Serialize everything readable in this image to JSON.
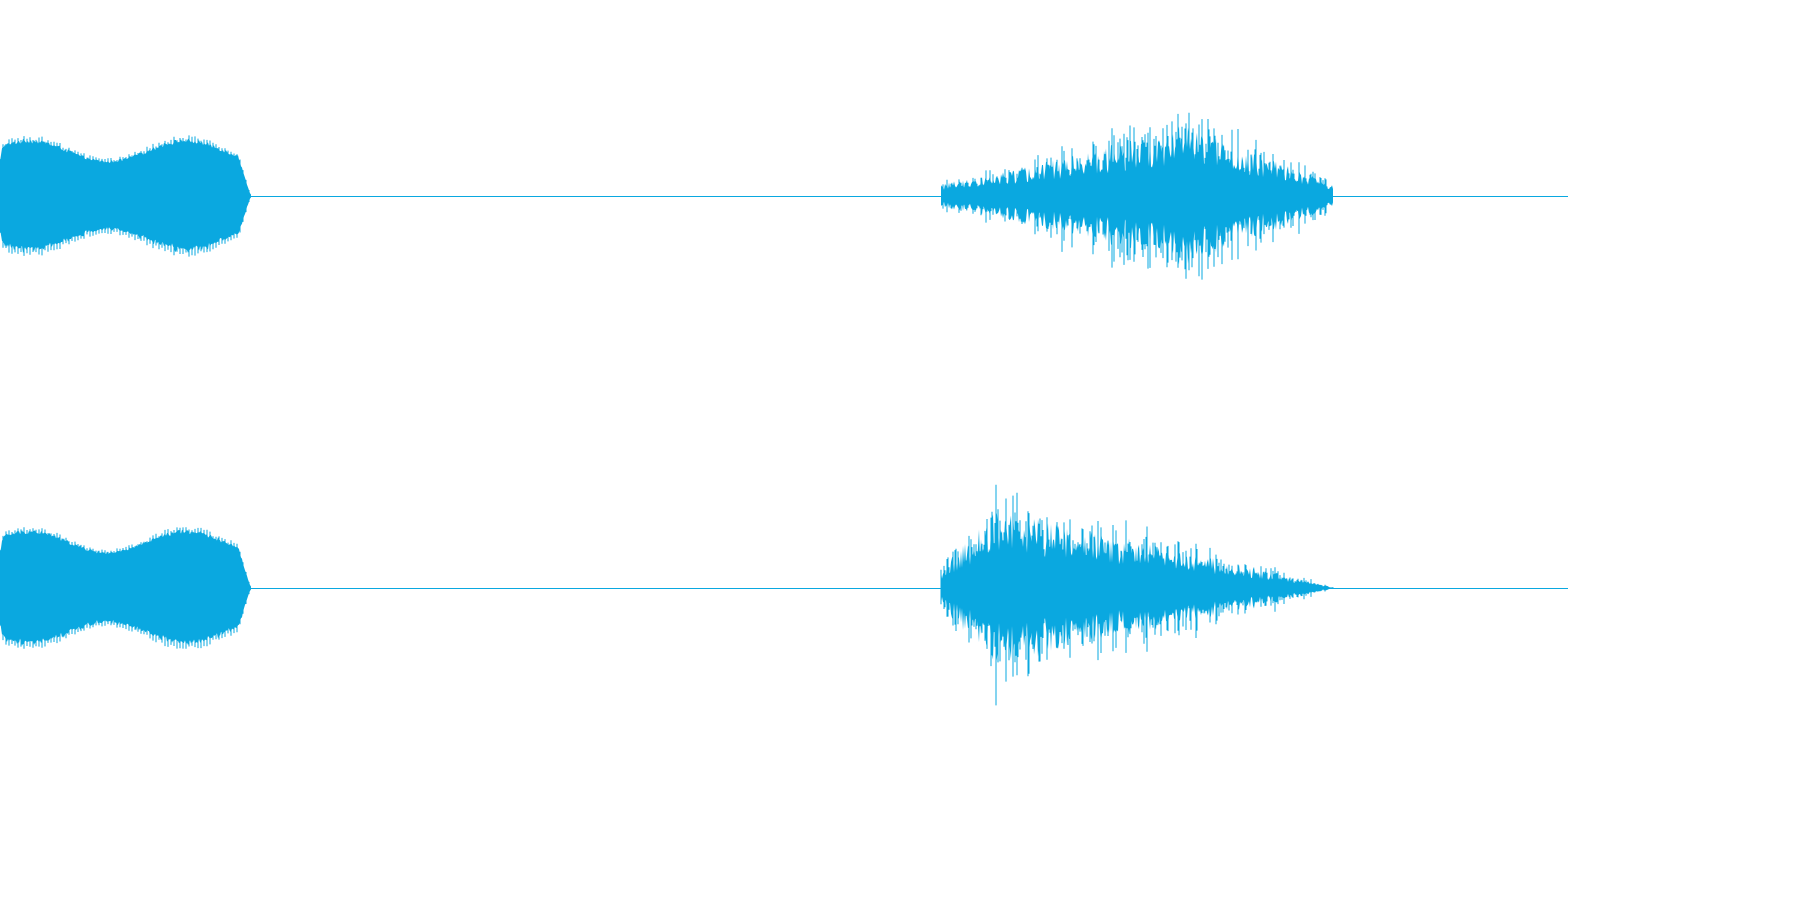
{
  "waveform": {
    "color": "#0aa8e0",
    "background": "#ffffff",
    "channel_count": 2,
    "channels": [
      {
        "bursts": [
          {
            "shape": "sustained-tone",
            "start": 0.0,
            "end": 0.16,
            "peak": 0.46
          },
          {
            "shape": "noisy-swell",
            "start": 0.6,
            "end": 0.85,
            "peak": 0.55
          }
        ]
      },
      {
        "bursts": [
          {
            "shape": "sustained-tone",
            "start": 0.0,
            "end": 0.16,
            "peak": 0.47
          },
          {
            "shape": "noisy-decay",
            "start": 0.6,
            "end": 0.85,
            "peak": 0.6
          }
        ]
      }
    ]
  }
}
